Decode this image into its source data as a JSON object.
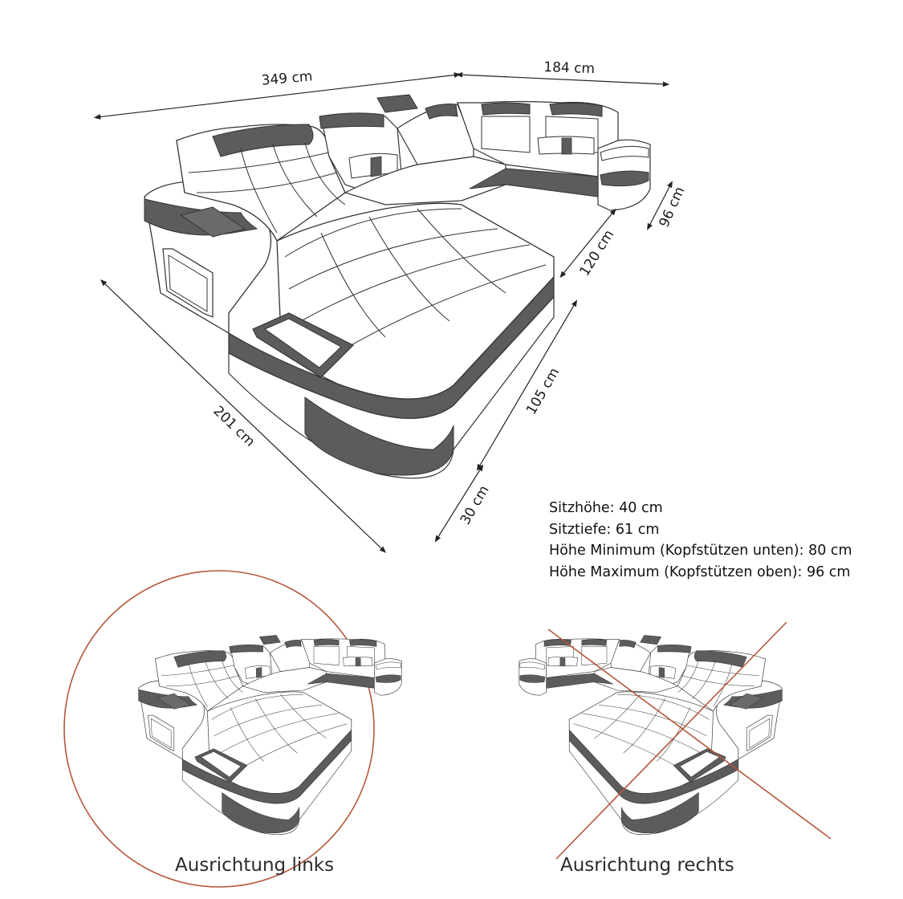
{
  "dimensions": {
    "width_left": "349 cm",
    "width_right": "184 cm",
    "height": "96 cm",
    "chaise_depth": "120 cm",
    "chaise_length": "105 cm",
    "end_segment": "30 cm",
    "left_depth": "201 cm"
  },
  "specs": [
    "Sitzhöhe: 40 cm",
    "Sitztiefe: 61 cm",
    "Höhe Minimum (Kopfstützen unten): 80 cm",
    "Höhe Maximum (Kopfstützen oben): 96 cm"
  ],
  "orientations": {
    "left_label": "Ausrichtung links",
    "right_label": "Ausrichtung rechts",
    "valid_color": "#b5573a",
    "invalid_color": "#b5573a"
  },
  "colors": {
    "line": "#333333",
    "accent_dark": "#5a5a5a",
    "fill_light": "#ffffff"
  }
}
